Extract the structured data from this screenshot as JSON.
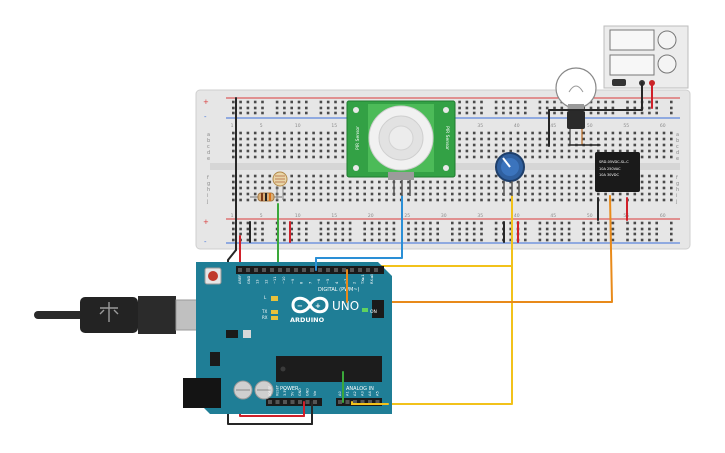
{
  "arduino": {
    "brand": "ARDUINO",
    "model": "UNO",
    "digital_label": "DIGITAL (PWM~)",
    "power_label": "POWER",
    "analog_label": "ANALOG IN",
    "on_label": "ON",
    "tx_label": "TX",
    "rx_label": "RX",
    "l_label": "L",
    "digital_pins": [
      "AREF",
      "GND",
      "13",
      "12",
      "~11",
      "~10",
      "~9",
      "8",
      "7",
      "~6",
      "~5",
      "4",
      "~3",
      "2",
      "TX►1",
      "RX◄0"
    ],
    "power_pins": [
      "IOREF",
      "RESET",
      "3.3V",
      "5V",
      "GND",
      "GND",
      "Vin"
    ],
    "analog_pins": [
      "A0",
      "A1",
      "A2",
      "A3",
      "A4",
      "A5"
    ]
  },
  "pir_sensor": {
    "label_left": "PIR Sensor",
    "label_right": "PIR Sensor"
  },
  "relay": {
    "line1": "SRD-05VDC-SL-C",
    "line2": "10A 250VAC",
    "line3": "10A 30VDC"
  },
  "breadboard": {
    "row_letters_top": [
      "a",
      "b",
      "c",
      "d",
      "e"
    ],
    "row_letters_bottom": [
      "f",
      "g",
      "h",
      "i",
      "j"
    ],
    "column_numbers": [
      "1",
      "5",
      "10",
      "15",
      "20",
      "25",
      "30",
      "35",
      "40",
      "45",
      "50",
      "55",
      "60"
    ],
    "plus": "+",
    "minus": "-"
  },
  "wire_colors": {
    "black": "#262626",
    "red": "#d0202a",
    "green": "#3aa83a",
    "blue": "#2a8fd6",
    "yellow": "#f2c21b",
    "orange": "#e88a1a"
  },
  "accent": {
    "board_teal": "#1f7e96",
    "breadboard": "#e8e8e8",
    "pir_green": "#33a145",
    "pot_blue": "#2f5f9e"
  }
}
